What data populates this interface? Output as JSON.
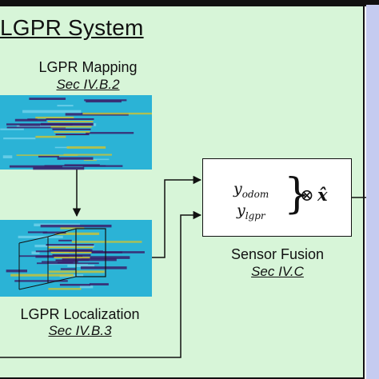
{
  "title": "LGPR System",
  "mapping": {
    "label": "LGPR Mapping",
    "section": "Sec IV.B.2"
  },
  "localization": {
    "label": "LGPR Localization",
    "section": "Sec IV.B.3"
  },
  "fusion": {
    "label": "Sensor Fusion",
    "section": "Sec IV.C",
    "input_1": "y",
    "input_1_sub": "odom",
    "input_2": "y",
    "input_2_sub": "lgpr",
    "operator": "⊗",
    "output": "x̂"
  },
  "colors": {
    "panel_bg": "#d7f5d8",
    "sidebar_bg": "#c5cbf0",
    "gpr_base": "#2bb3d6",
    "gpr_dark": "#3a1f6b",
    "gpr_warm": "#c7c23a"
  }
}
